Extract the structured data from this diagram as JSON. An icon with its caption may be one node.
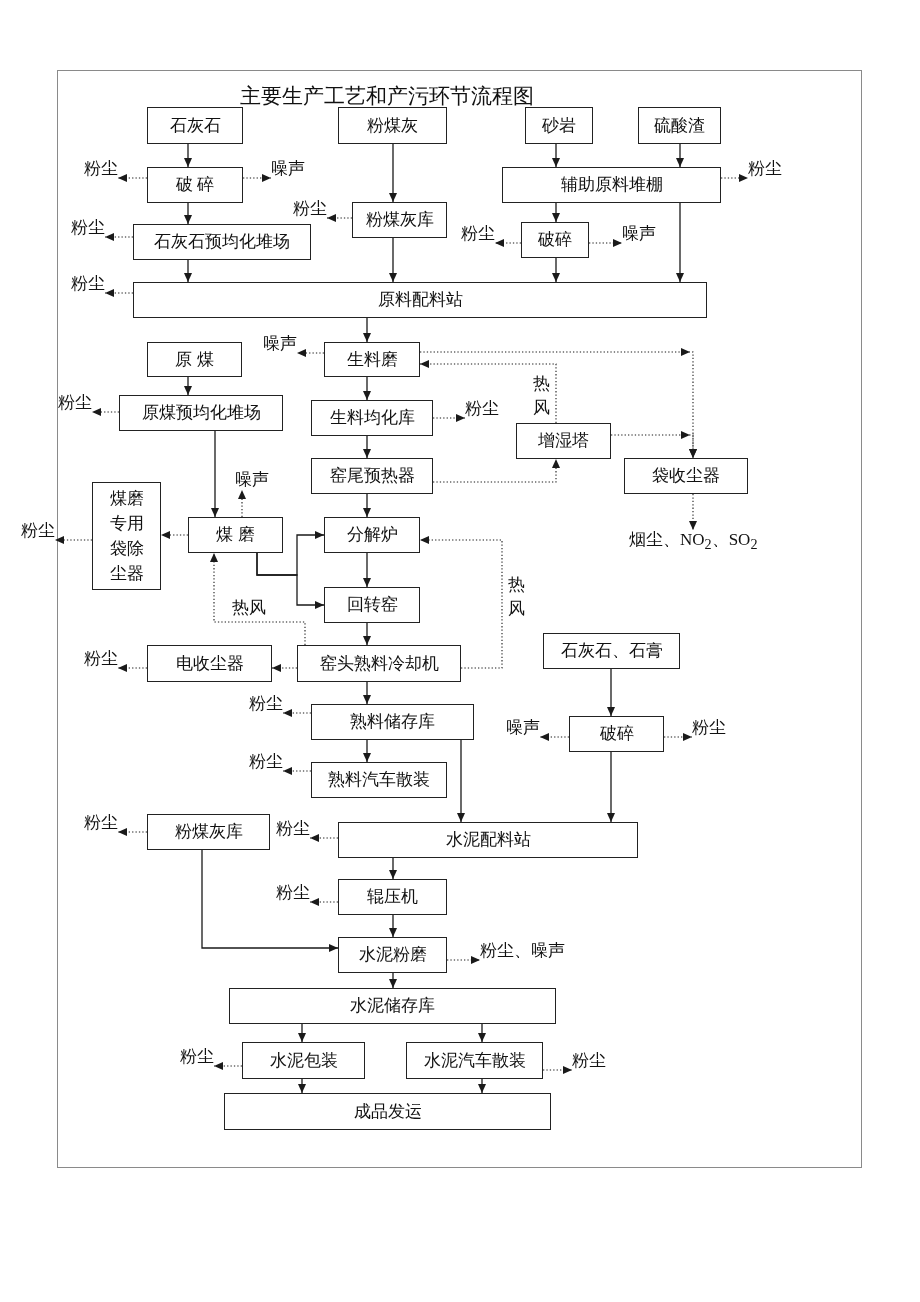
{
  "diagram": {
    "title": "主要生产工艺和产污环节流程图",
    "nodes": [
      {
        "text": [
          "石灰石"
        ]
      },
      {
        "text": [
          "粉煤灰"
        ]
      },
      {
        "text": [
          "砂岩"
        ]
      },
      {
        "text": [
          "硫酸渣"
        ]
      },
      {
        "text": [
          "破 碎"
        ]
      },
      {
        "text": [
          "辅助原料堆棚"
        ]
      },
      {
        "text": [
          "石灰石预均化堆场"
        ]
      },
      {
        "text": [
          "粉煤灰库"
        ]
      },
      {
        "text": [
          "破碎"
        ]
      },
      {
        "text": [
          "原料配料站"
        ]
      },
      {
        "text": [
          "原 煤"
        ]
      },
      {
        "text": [
          "生料磨"
        ]
      },
      {
        "text": [
          "原煤预均化堆场"
        ]
      },
      {
        "text": [
          "生料均化库"
        ]
      },
      {
        "text": [
          "增湿塔"
        ]
      },
      {
        "text": [
          "袋收尘器"
        ]
      },
      {
        "text": [
          "窑尾预热器"
        ]
      },
      {
        "text": [
          "煤磨专用袋除尘器"
        ]
      },
      {
        "text": [
          "煤 磨"
        ]
      },
      {
        "text": [
          "分解炉"
        ]
      },
      {
        "text": [
          "回转窑"
        ]
      },
      {
        "text": [
          "电收尘器"
        ]
      },
      {
        "text": [
          "窑头熟料冷却机"
        ]
      },
      {
        "text": [
          "石灰石、石膏"
        ]
      },
      {
        "text": [
          "熟料储存库"
        ]
      },
      {
        "text": [
          "破碎"
        ]
      },
      {
        "text": [
          "熟料汽车散装"
        ]
      },
      {
        "text": [
          "粉煤灰库"
        ]
      },
      {
        "text": [
          "水泥配料站"
        ]
      },
      {
        "text": [
          "辊压机"
        ]
      },
      {
        "text": [
          "水泥粉磨"
        ]
      },
      {
        "text": [
          "水泥储存库"
        ]
      },
      {
        "text": [
          "水泥包装"
        ]
      },
      {
        "text": [
          "水泥汽车散装"
        ]
      },
      {
        "text": [
          "成品发运"
        ]
      },
      {
        "text": [
          "粉尘"
        ]
      },
      {
        "text": [
          "噪声"
        ]
      },
      {
        "text": [
          "粉尘"
        ]
      },
      {
        "text": [
          "粉尘"
        ]
      },
      {
        "text": [
          "粉尘"
        ]
      },
      {
        "text": [
          "粉尘"
        ]
      },
      {
        "text": [
          "噪声"
        ]
      },
      {
        "text": [
          "粉尘"
        ]
      },
      {
        "text": [
          "噪声"
        ]
      },
      {
        "text": [
          "粉尘"
        ]
      },
      {
        "text": [
          "粉尘"
        ]
      },
      {
        "text": [
          "噪声"
        ]
      },
      {
        "text": [
          "粉尘"
        ]
      },
      {
        "text": [
          "烟尘、NO$_{2}$、SO$_{2}$"
        ]
      },
      {
        "text": [
          "粉尘"
        ]
      },
      {
        "text": [
          "粉尘"
        ]
      },
      {
        "text": [
          "粉尘"
        ]
      },
      {
        "text": [
          "噪声"
        ]
      },
      {
        "text": [
          "粉尘"
        ]
      },
      {
        "text": [
          "粉尘"
        ]
      },
      {
        "text": [
          "粉尘"
        ]
      },
      {
        "text": [
          "粉尘"
        ]
      },
      {
        "text": [
          "粉尘、噪声"
        ]
      },
      {
        "text": [
          "粉尘"
        ]
      },
      {
        "text": [
          "粉尘"
        ]
      }
    ],
    "edges": [
      {
        "from": 0,
        "to": 4,
        "arrow": "to"
      },
      {
        "from": 4,
        "to": 35,
        "arrow": "to",
        "style": "dashed"
      },
      {
        "from": 4,
        "to": 36,
        "arrow": "to",
        "style": "dashed"
      },
      {
        "from": 4,
        "to": 6,
        "arrow": "to"
      },
      {
        "from": 6,
        "to": 37,
        "arrow": "to",
        "style": "dashed"
      },
      {
        "from": 6,
        "to": 9,
        "arrow": "to"
      },
      {
        "from": 1,
        "to": 7,
        "arrow": "to"
      },
      {
        "from": 7,
        "to": 38,
        "arrow": "to",
        "style": "dashed"
      },
      {
        "from": 7,
        "to": 9,
        "arrow": "to"
      },
      {
        "from": 2,
        "to": 5,
        "arrow": "to"
      },
      {
        "from": 3,
        "to": 5,
        "arrow": "to"
      },
      {
        "from": 5,
        "to": 39,
        "arrow": "to",
        "style": "dashed"
      },
      {
        "from": 5,
        "to": 8,
        "arrow": "to"
      },
      {
        "from": 5,
        "to": 9,
        "arrow": "to"
      },
      {
        "from": 8,
        "to": 40,
        "arrow": "to",
        "style": "dashed"
      },
      {
        "from": 8,
        "to": 41,
        "arrow": "to",
        "style": "dashed"
      },
      {
        "from": 8,
        "to": 9,
        "arrow": "to"
      },
      {
        "from": 9,
        "to": 42,
        "arrow": "to",
        "style": "dashed"
      },
      {
        "from": 9,
        "to": 11,
        "arrow": "to"
      },
      {
        "from": 11,
        "to": 43,
        "arrow": "to",
        "style": "dashed"
      },
      {
        "from": 11,
        "to": 15,
        "arrow": "to",
        "style": "dashed"
      },
      {
        "from": 14,
        "to": 11,
        "arrow": "to",
        "style": "dashed",
        "label": "热风"
      },
      {
        "from": 10,
        "to": 12,
        "arrow": "to"
      },
      {
        "from": 12,
        "to": 44,
        "arrow": "to",
        "style": "dashed"
      },
      {
        "from": 11,
        "to": 13,
        "arrow": "to"
      },
      {
        "from": 13,
        "to": 45,
        "arrow": "to",
        "style": "dashed"
      },
      {
        "from": 14,
        "to": 15,
        "arrow": "to",
        "style": "dashed"
      },
      {
        "from": 13,
        "to": 16,
        "arrow": "to"
      },
      {
        "from": 16,
        "to": 14,
        "arrow": "to",
        "style": "dashed"
      },
      {
        "from": 12,
        "to": 18,
        "arrow": "to"
      },
      {
        "from": 18,
        "to": 46,
        "arrow": "to",
        "style": "dashed"
      },
      {
        "from": 18,
        "to": 17,
        "arrow": "to",
        "style": "dashed"
      },
      {
        "from": 17,
        "to": 47,
        "arrow": "to",
        "style": "dashed"
      },
      {
        "from": 15,
        "to": 48,
        "arrow": "to",
        "style": "dashed"
      },
      {
        "from": 16,
        "to": 19,
        "arrow": "to"
      },
      {
        "from": 18,
        "to": 19,
        "arrow": "to"
      },
      {
        "from": 18,
        "to": 20,
        "arrow": "to"
      },
      {
        "from": 19,
        "to": 20,
        "arrow": "to"
      },
      {
        "from": 22,
        "to": 18,
        "arrow": "to",
        "style": "dashed",
        "label": "热风"
      },
      {
        "from": 22,
        "to": 19,
        "arrow": "to",
        "style": "dashed",
        "label": "热风"
      },
      {
        "from": 20,
        "to": 22,
        "arrow": "to"
      },
      {
        "from": 22,
        "to": 21,
        "arrow": "to",
        "style": "dashed"
      },
      {
        "from": 21,
        "to": 49,
        "arrow": "to",
        "style": "dashed"
      },
      {
        "from": 23,
        "to": 25,
        "arrow": "to"
      },
      {
        "from": 22,
        "to": 24,
        "arrow": "to"
      },
      {
        "from": 24,
        "to": 50,
        "arrow": "to",
        "style": "dashed"
      },
      {
        "from": 25,
        "to": 52,
        "arrow": "to",
        "style": "dashed"
      },
      {
        "from": 25,
        "to": 53,
        "arrow": "to",
        "style": "dashed"
      },
      {
        "from": 24,
        "to": 26,
        "arrow": "to"
      },
      {
        "from": 26,
        "to": 51,
        "arrow": "to",
        "style": "dashed"
      },
      {
        "from": 24,
        "to": 28,
        "arrow": "to"
      },
      {
        "from": 25,
        "to": 28,
        "arrow": "to"
      },
      {
        "from": 27,
        "to": 54,
        "arrow": "to",
        "style": "dashed"
      },
      {
        "from": 27,
        "to": 30,
        "arrow": "to"
      },
      {
        "from": 28,
        "to": 55,
        "arrow": "to",
        "style": "dashed"
      },
      {
        "from": 28,
        "to": 29,
        "arrow": "to"
      },
      {
        "from": 29,
        "to": 56,
        "arrow": "to",
        "style": "dashed"
      },
      {
        "from": 29,
        "to": 30,
        "arrow": "to"
      },
      {
        "from": 30,
        "to": 57,
        "arrow": "to",
        "style": "dashed"
      },
      {
        "from": 30,
        "to": 31,
        "arrow": "to"
      },
      {
        "from": 31,
        "to": 32,
        "arrow": "to"
      },
      {
        "from": 31,
        "to": 33,
        "arrow": "to"
      },
      {
        "from": 32,
        "to": 58,
        "arrow": "to",
        "style": "dashed"
      },
      {
        "from": 33,
        "to": 59,
        "arrow": "to",
        "style": "dashed"
      },
      {
        "from": 32,
        "to": 34,
        "arrow": "to"
      },
      {
        "from": 33,
        "to": 34,
        "arrow": "to"
      }
    ]
  }
}
